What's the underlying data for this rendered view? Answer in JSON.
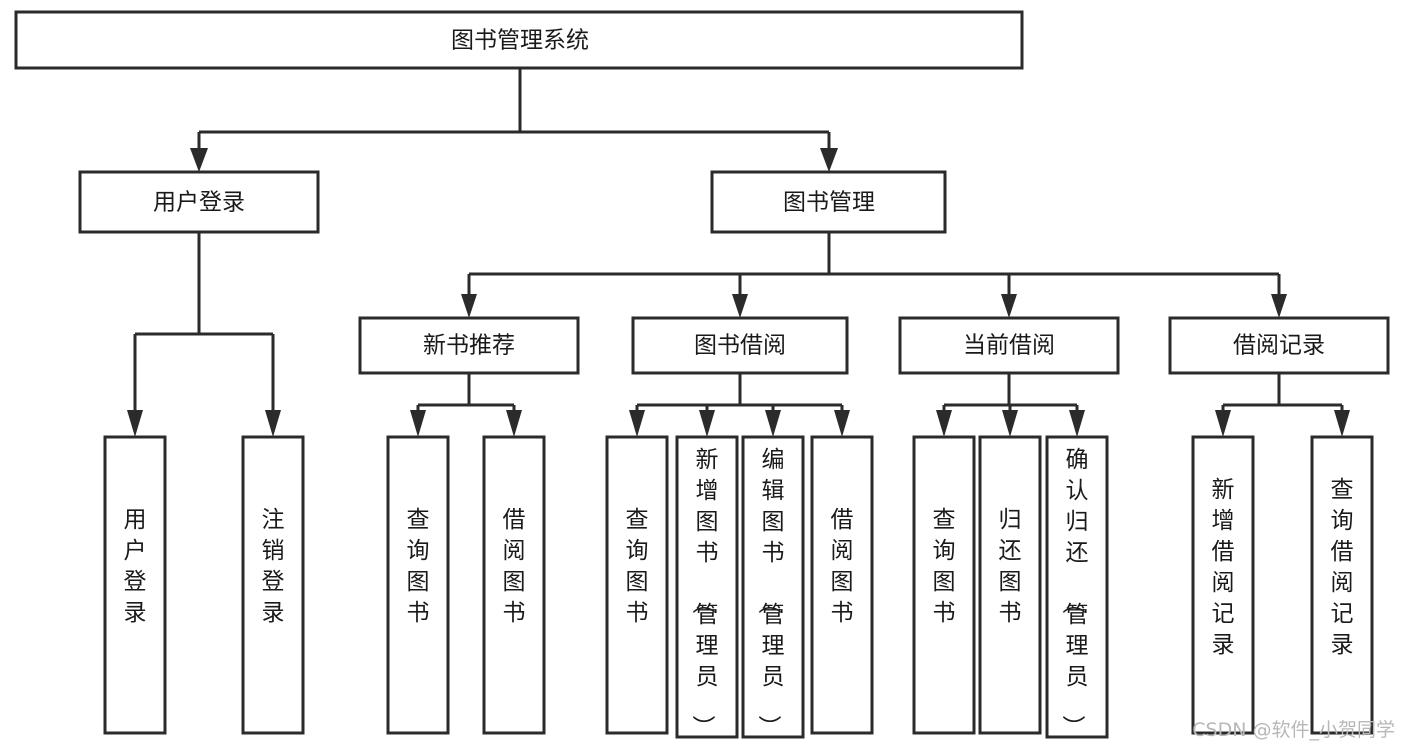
{
  "diagram": {
    "title": "图书管理系统",
    "type": "hierarchy-tree",
    "root": {
      "label": "图书管理系统"
    },
    "level2": [
      {
        "label": "用户登录"
      },
      {
        "label": "图书管理"
      }
    ],
    "level3": [
      {
        "label": "新书推荐"
      },
      {
        "label": "图书借阅"
      },
      {
        "label": "当前借阅"
      },
      {
        "label": "借阅记录"
      }
    ],
    "leaves": {
      "user_login": [
        {
          "label": "用户登录"
        },
        {
          "label": "注销登录"
        }
      ],
      "new_book_recommend": [
        {
          "label": "查询图书"
        },
        {
          "label": "借阅图书"
        }
      ],
      "book_borrow": [
        {
          "label": "查询图书"
        },
        {
          "label": "新增图书（管理员）"
        },
        {
          "label": "编辑图书（管理员）"
        },
        {
          "label": "借阅图书"
        }
      ],
      "current_borrow": [
        {
          "label": "查询图书"
        },
        {
          "label": "归还图书"
        },
        {
          "label": "确认归还（管理员）"
        }
      ],
      "borrow_record": [
        {
          "label": "新增借阅记录"
        },
        {
          "label": "查询借阅记录"
        }
      ]
    }
  },
  "watermark": {
    "text": "CSDN @软件_小贺同学"
  },
  "colors": {
    "box_stroke": "#2b2b2b",
    "box_fill": "#ffffff",
    "text": "#1a1a1a",
    "watermark": "#b8b8b8",
    "background": "#ffffff"
  }
}
